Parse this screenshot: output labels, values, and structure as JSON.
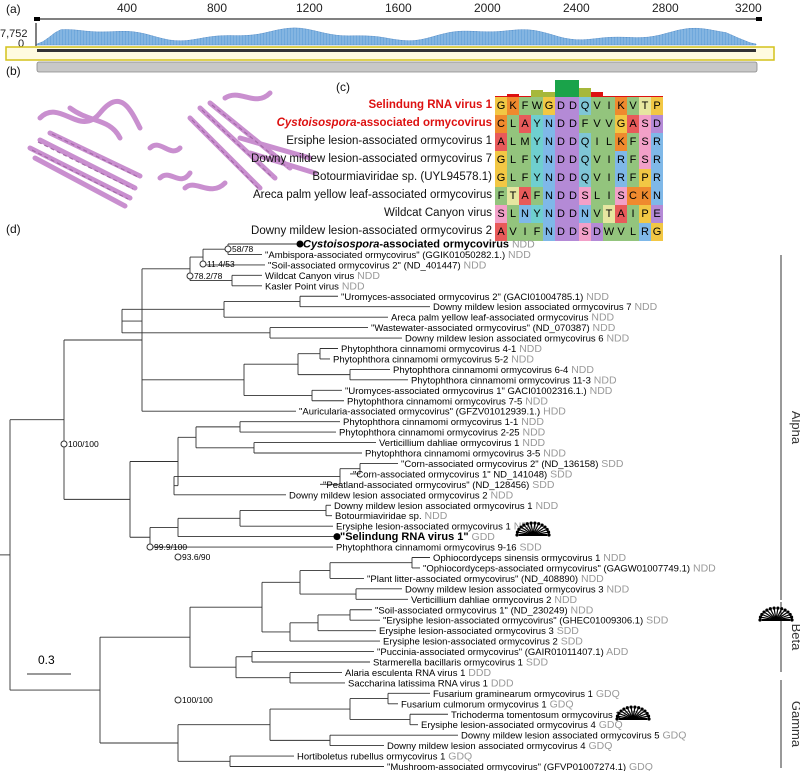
{
  "panels": {
    "a": "(a)",
    "b": "(b)",
    "c": "(c)",
    "d": "(d)"
  },
  "coverage": {
    "ymax_label": "7,752",
    "ymin_label": "0",
    "ticks": [
      "400",
      "800",
      "1200",
      "1600",
      "2000",
      "2400",
      "2800",
      "3200"
    ],
    "fill_color": "#6fa8dc"
  },
  "alignment": {
    "rows": [
      {
        "name": "Selindung RNA virus 1",
        "style": "red-bold",
        "seq": "GKFWGDDQVIKVTP"
      },
      {
        "name_em": "Cystoisospora",
        "name": "-associated ormycovirus",
        "style": "red-bold-italic",
        "seq": "CLAYNDDFVVGASD"
      },
      {
        "name": "Ersiphe lesion-associated ormycovirus 1",
        "style": "normal",
        "seq": "ALMYNDDQILKFSR"
      },
      {
        "name": "Downy mildew lesion-associated ormycovirus 7",
        "style": "normal",
        "seq": "GLFYNDDQVIRFSR"
      },
      {
        "name": "Botourmiaviridae sp. (UYL94578.1)",
        "style": "normal",
        "seq": "GLFYNDDQVIRFPR"
      },
      {
        "name": "Areca palm yellow leaf-associated ormycovirus",
        "style": "normal",
        "seq": "FTAFNDDSLISCKN"
      },
      {
        "name": "Wildcat Canyon virus",
        "style": "normal",
        "seq": "SLNYNDDNVTAIPE"
      },
      {
        "name": "Downy mildew lesion-associated ormycovirus 2",
        "style": "normal",
        "seq": "AVIFNDDSDWVLRG"
      }
    ]
  },
  "tree": {
    "scale_label": "0.3",
    "clades": [
      "Alpha",
      "Beta",
      "Gamma"
    ],
    "supports": [
      "58/78",
      "11.4/53",
      "78.2/78",
      "100/100",
      "99.9/100",
      "93.6/90",
      "100/100"
    ],
    "leaves": [
      {
        "label": "Cystoisospora-associated ormycovirus",
        "motif": "NDD",
        "bold": true,
        "italic_prefix": "Cystoisospora"
      },
      {
        "label": "\"Ambispora-associated ormycovirus\" (GGIK01050282.1.)",
        "motif": "NDD"
      },
      {
        "label": "\"Soil-associated ormycovirus 2\" (ND_401447)",
        "motif": "NDD"
      },
      {
        "label": "Wildcat Canyon virus",
        "motif": "NDD"
      },
      {
        "label": "Kasler Point virus",
        "motif": "NDD"
      },
      {
        "label": "\"Uromyces-associated ormycovirus 2\" (GACI01004785.1)",
        "motif": "NDD"
      },
      {
        "label": "Downy mildew lesion associated ormycovirus 7",
        "motif": "NDD"
      },
      {
        "label": "Areca palm yellow leaf-associated ormycovirus",
        "motif": "NDD"
      },
      {
        "label": "\"Wastewater-associated ormycovirus\" (ND_070387)",
        "motif": "NDD"
      },
      {
        "label": "Downy mildew lesion associated ormycovirus 6",
        "motif": "NDD"
      },
      {
        "label": "Phytophthora cinnamomi ormycovirus 4-1",
        "motif": "NDD"
      },
      {
        "label": "Phytophthora cinnamomi ormycovirus 5-2",
        "motif": "NDD"
      },
      {
        "label": "Phytophthora cinnamomi ormycovirus 6-4",
        "motif": "NDD"
      },
      {
        "label": "Phytophthora cinnamomi ormycovirus 11-3",
        "motif": "NDD"
      },
      {
        "label": "\"Uromyces-associated ormycovirus 1\" GACI01002316.1.)",
        "motif": "NDD"
      },
      {
        "label": "Phytophthora cinnamomi ormycovirus 7-5",
        "motif": "NDD"
      },
      {
        "label": "\"Auricularia-associated ormycovirus\" (GFZV01012939.1.)",
        "motif": "HDD"
      },
      {
        "label": "Phytophthora cinnamomi ormycovirus 1-1",
        "motif": "NDD"
      },
      {
        "label": "Phytophthora cinnamomi ormycovirus 2-25",
        "motif": "NDD"
      },
      {
        "label": "Verticillium dahliae ormycovirus 1",
        "motif": "NDD"
      },
      {
        "label": "Phytophthora cinnamomi ormycovirus 3-5",
        "motif": "NDD"
      },
      {
        "label": "\"Corn-associated ormycovirus 2\" (ND_136158)",
        "motif": "SDD"
      },
      {
        "label": "\"Corn-associated ormycovirus 1\" ND_141048)",
        "motif": "SDD"
      },
      {
        "label": "\"Peatland-associated ormycovirus\" (ND_128456)",
        "motif": "SDD"
      },
      {
        "label": "Downy mildew lesion associated ormycovirus 2",
        "motif": "NDD"
      },
      {
        "label": "Downy mildew lesion associated ormycovirus 1",
        "motif": "NDD"
      },
      {
        "label": "Botourmiaviridae sp.",
        "motif": "NDD"
      },
      {
        "label": "Erysiphe lesion-associated ormycovirus 1",
        "motif": "NDD"
      },
      {
        "label": "\"Selindung RNA virus 1\"",
        "motif": "GDD",
        "bold": true
      },
      {
        "label": "Phytophthora cinnamomi ormycovirus 9-16",
        "motif": "SDD"
      },
      {
        "label": "Ophiocordyceps sinensis ormycovirus 1",
        "motif": "NDD"
      },
      {
        "label": "\"Ophiocordyceps-associated ormycovirus\" (GAGW01007749.1)",
        "motif": "NDD"
      },
      {
        "label": "\"Plant litter-associated ormycovirus\" (ND_408890)",
        "motif": "NDD"
      },
      {
        "label": "Downy mildew lesion associated ormycovirus 3",
        "motif": "NDD"
      },
      {
        "label": "Verticillium dahliae ormycovirus 2",
        "motif": "NDD"
      },
      {
        "label": "\"Soil-associated ormycovirus 1\" (ND_230249)",
        "motif": "NDD"
      },
      {
        "label": "\"Erysiphe lesion-associated ormycovirus\" (GHEC01009306.1)",
        "motif": "SDD"
      },
      {
        "label": "Erysiphe lesion-associated ormycovirus 3",
        "motif": "SDD"
      },
      {
        "label": "Erysiphe lesion-associated ormycovirus 2",
        "motif": "SDD"
      },
      {
        "label": "\"Puccinia-associated ormycovirus\" (GAIR01011407.1)",
        "motif": "ADD"
      },
      {
        "label": "Starmerella bacillaris ormycovirus 1",
        "motif": "SDD"
      },
      {
        "label": "Alaria esculenta RNA virus 1",
        "motif": "DDD"
      },
      {
        "label": "Saccharina latissima RNA virus 1",
        "motif": "DDD"
      },
      {
        "label": "Fusarium graminearum ormycovirus 1",
        "motif": "GDQ"
      },
      {
        "label": "Fusarium culmorum ormycovirus 1",
        "motif": "GDQ"
      },
      {
        "label": "Trichoderma tomentosum ormycovirus 1",
        "motif": "GDQ"
      },
      {
        "label": "Erysiphe lesion-associated ormycovirus 4",
        "motif": "GDQ"
      },
      {
        "label": "Downy mildew lesion associated ormycovirus 5",
        "motif": "GDQ"
      },
      {
        "label": "Downy mildew lesion associated ormycovirus 4",
        "motif": "GDQ"
      },
      {
        "label": "Hortiboletus rubellus ormycovirus 1",
        "motif": "GDQ"
      },
      {
        "label": "\"Mushroom-associated ormycovirus\" (GFVP01007274.1)",
        "motif": "GDQ"
      }
    ]
  }
}
